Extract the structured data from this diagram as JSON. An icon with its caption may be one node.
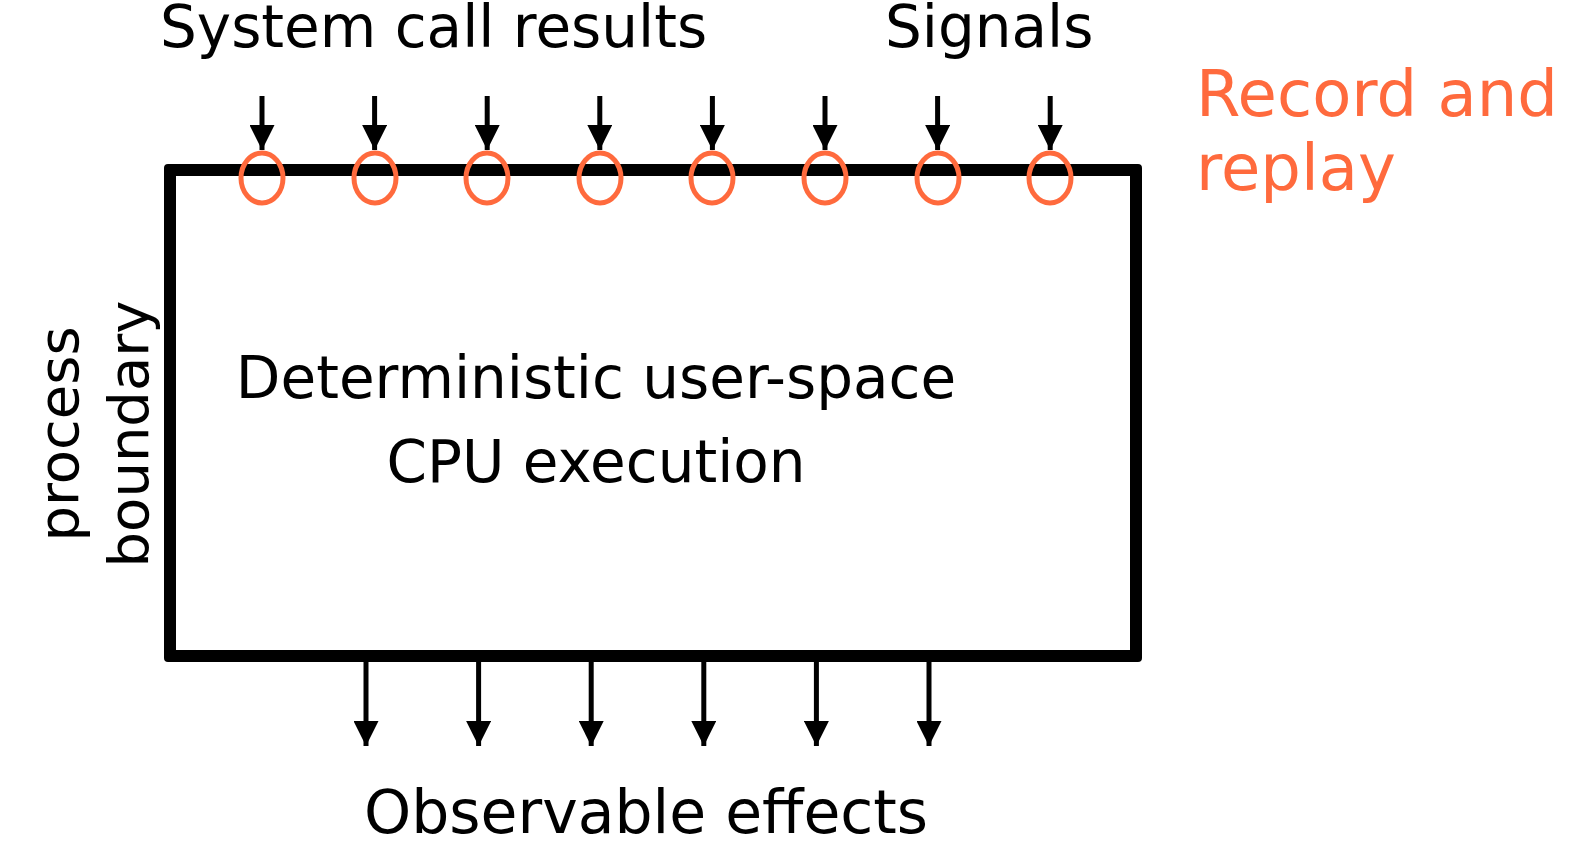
{
  "diagram": {
    "nodes": [
      {
        "text": [
          "Deterministic user-space CPU execution"
        ],
        "beside": [
          "process boundary"
        ]
      },
      {
        "text": [],
        "shape": "circle"
      },
      {
        "text": [],
        "shape": "circle"
      },
      {
        "text": [],
        "shape": "circle"
      },
      {
        "text": [],
        "shape": "circle"
      },
      {
        "text": [],
        "shape": "circle"
      },
      {
        "text": [],
        "shape": "circle"
      },
      {
        "text": [],
        "shape": "circle"
      },
      {
        "text": [],
        "shape": "circle"
      }
    ],
    "edges": [
      {
        "from": null,
        "to": 1,
        "arrow": "to"
      },
      {
        "from": null,
        "to": 2,
        "arrow": "to"
      },
      {
        "from": null,
        "to": 3,
        "arrow": "to"
      },
      {
        "from": null,
        "to": 4,
        "arrow": "to"
      },
      {
        "from": null,
        "to": 5,
        "arrow": "to"
      },
      {
        "from": null,
        "to": 6,
        "arrow": "to"
      },
      {
        "from": null,
        "to": 7,
        "arrow": "to"
      },
      {
        "from": null,
        "to": 8,
        "arrow": "to"
      },
      {
        "from": 0,
        "to": null,
        "arrow": "to"
      },
      {
        "from": 0,
        "to": null,
        "arrow": "to"
      },
      {
        "from": 0,
        "to": null,
        "arrow": "to"
      },
      {
        "from": 0,
        "to": null,
        "arrow": "to"
      },
      {
        "from": 0,
        "to": null,
        "arrow": "to"
      },
      {
        "from": 0,
        "to": null,
        "arrow": "to"
      }
    ],
    "labels": [
      "System call results",
      "Signals",
      "Record and replay",
      "Observable effects"
    ]
  }
}
